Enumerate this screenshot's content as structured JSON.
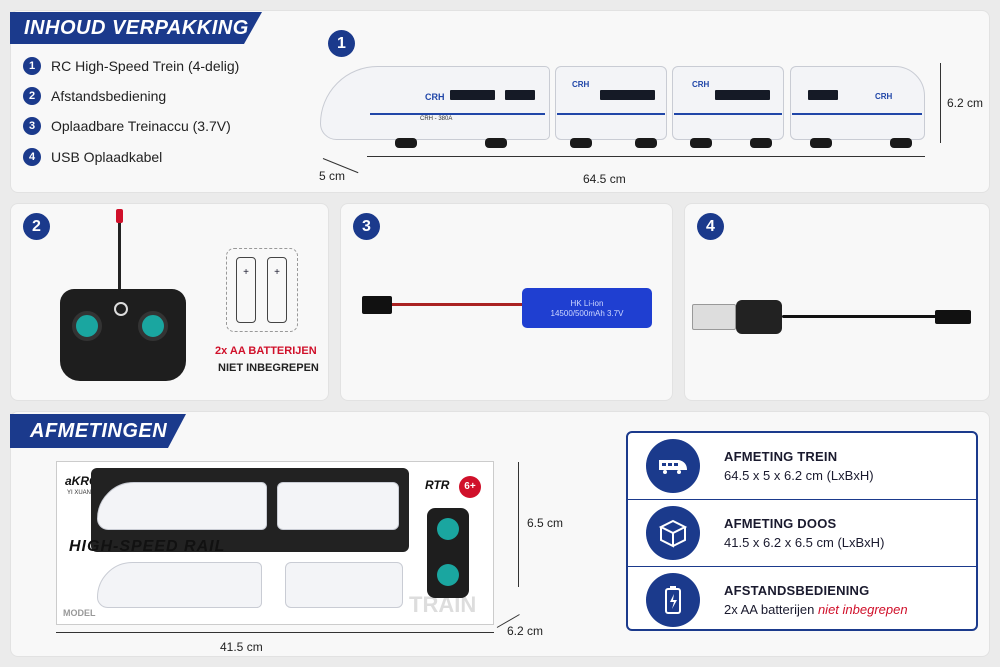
{
  "contents": {
    "title": "INHOUD VERPAKKING",
    "items": [
      {
        "n": "1",
        "label": "RC High-Speed Trein (4-delig)"
      },
      {
        "n": "2",
        "label": "Afstandsbediening"
      },
      {
        "n": "3",
        "label": "Oplaadbare Treinaccu (3.7V)"
      },
      {
        "n": "4",
        "label": "USB Oplaadkabel"
      }
    ]
  },
  "train_panel": {
    "num": "1",
    "dim_height": "6.2 cm",
    "dim_width": "5 cm",
    "dim_length": "64.5 cm",
    "car_label": "CRH",
    "car_code": "CRH - 380A"
  },
  "remote_panel": {
    "num": "2",
    "battery_note_1": "2x AA BATTERIJEN",
    "battery_note_2": "NIET INBEGREPEN"
  },
  "battery_panel": {
    "num": "3",
    "battery_text_1": "HK  Li-ion",
    "battery_text_2": "14500/500mAh 3.7V"
  },
  "usb_panel": {
    "num": "4"
  },
  "dimensions": {
    "title": "AFMETINGEN",
    "box_height": "6.5 cm",
    "box_depth": "6.2 cm",
    "box_length": "41.5 cm",
    "box_brand": "aKRC",
    "box_brand_sub": "YI XUAN",
    "box_title": "HIGH-SPEED RAIL",
    "box_rtr": "RTR",
    "box_age": "6+",
    "box_train_word": "TRAIN",
    "box_model_word": "MODEL"
  },
  "info": {
    "rows": [
      {
        "icon": "train-icon",
        "title": "AFMETING TREIN",
        "text": "64.5 x 5 x 6.2 cm (LxBxH)"
      },
      {
        "icon": "box-icon",
        "title": "AFMETING DOOS",
        "text": "41.5 x 6.2 x 6.5 cm (LxBxH)"
      },
      {
        "icon": "battery-icon",
        "title": "AFSTANDSBEDIENING",
        "text": "2x AA batterijen ",
        "text_red": "niet inbegrepen"
      }
    ]
  },
  "colors": {
    "accent": "#1b3a8c",
    "warning": "#d0102a",
    "teal": "#1aa6a0"
  }
}
